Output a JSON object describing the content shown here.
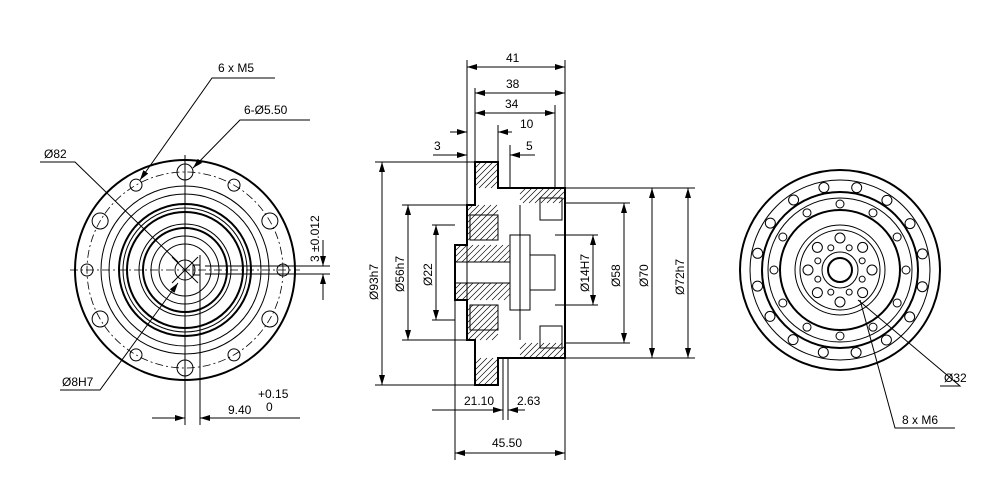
{
  "left_view": {
    "thread_callout": "6 x M5",
    "hole_callout": "6-Ø5.50",
    "outer_diameter": "Ø82",
    "bore": "Ø8H7",
    "key_width": "3 ±0.012",
    "key_depth": "9.40",
    "key_tol_upper": "+0.15",
    "key_tol_lower": "0"
  },
  "section_view": {
    "len_41": "41",
    "len_38": "38",
    "len_34": "34",
    "len_10": "10",
    "len_3": "3",
    "len_5": "5",
    "dia_93": "Ø93h7",
    "dia_56": "Ø56h7",
    "dia_22": "Ø22",
    "dia_14": "Ø14H7",
    "dia_58": "Ø58",
    "dia_70": "Ø70",
    "dia_72": "Ø72h7",
    "len_21_10": "21.10",
    "len_2_63": "2.63",
    "len_45_50": "45.50"
  },
  "right_view": {
    "dia_32": "Ø32",
    "thread_callout": "8 x M6"
  }
}
